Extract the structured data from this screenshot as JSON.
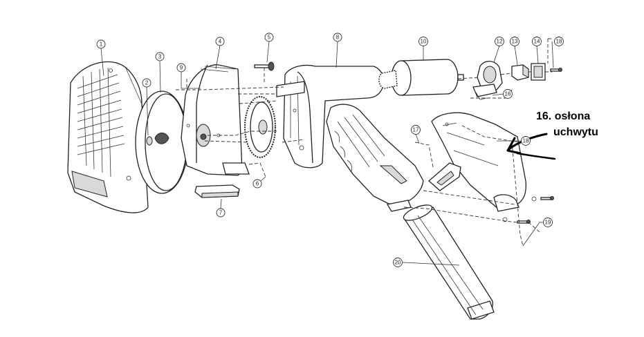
{
  "callouts": [
    {
      "num": "1"
    },
    {
      "num": "2"
    },
    {
      "num": "3"
    },
    {
      "num": "4"
    },
    {
      "num": "5"
    },
    {
      "num": "6"
    },
    {
      "num": "7"
    },
    {
      "num": "8"
    },
    {
      "num": "9"
    },
    {
      "num": "10"
    },
    {
      "num": "12"
    },
    {
      "num": "13"
    },
    {
      "num": "14"
    },
    {
      "num": "16"
    },
    {
      "num": "17"
    },
    {
      "num": "18"
    },
    {
      "num": "18"
    },
    {
      "num": "19"
    },
    {
      "num": "20"
    }
  ],
  "annotation": {
    "line1": "16. osłona",
    "line2": "uchwytu"
  }
}
